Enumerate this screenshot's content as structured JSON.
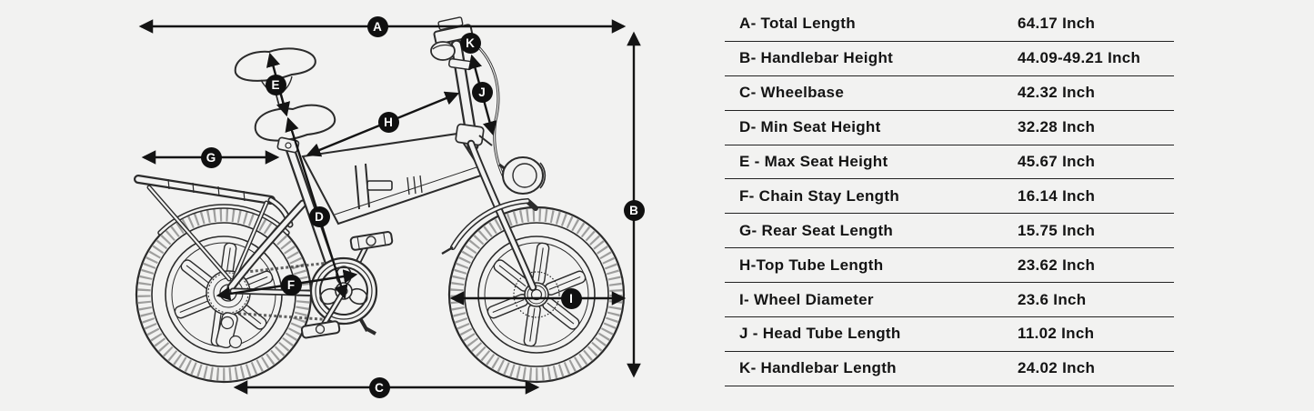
{
  "diagram": {
    "markers": [
      {
        "label": "A"
      },
      {
        "label": "B"
      },
      {
        "label": "C"
      },
      {
        "label": "D"
      },
      {
        "label": "E"
      },
      {
        "label": "F"
      },
      {
        "label": "G"
      },
      {
        "label": "H"
      },
      {
        "label": "I"
      },
      {
        "label": "J"
      },
      {
        "label": "K"
      }
    ],
    "subject": "folding fat-tire e-bike side view line drawing with dimension arrows"
  },
  "table": {
    "unit": "Inch",
    "rows": [
      {
        "label": "A- Total Length",
        "value": "64.17 Inch"
      },
      {
        "label": "B- Handlebar Height",
        "value": "44.09-49.21 Inch"
      },
      {
        "label": "C- Wheelbase",
        "value": "42.32 Inch"
      },
      {
        "label": "D- Min Seat Height",
        "value": "32.28 Inch"
      },
      {
        "label": "E - Max Seat Height",
        "value": "45.67 Inch"
      },
      {
        "label": "F- Chain Stay Length",
        "value": "16.14 Inch"
      },
      {
        "label": "G- Rear Seat Length",
        "value": "15.75 Inch"
      },
      {
        "label": "H-Top Tube Length",
        "value": "23.62 Inch"
      },
      {
        "label": "I- Wheel Diameter",
        "value": "23.6 Inch"
      },
      {
        "label": "J - Head Tube Length",
        "value": "11.02 Inch"
      },
      {
        "label": "K- Handlebar Length",
        "value": "24.02 Inch"
      }
    ]
  },
  "colors": {
    "background": "#f2f2f1",
    "line_art": "#2b2b2b",
    "dimension_line": "#141414",
    "marker_bg": "#101010",
    "marker_text": "#ffffff",
    "table_rule": "#222222",
    "text": "#141414"
  }
}
